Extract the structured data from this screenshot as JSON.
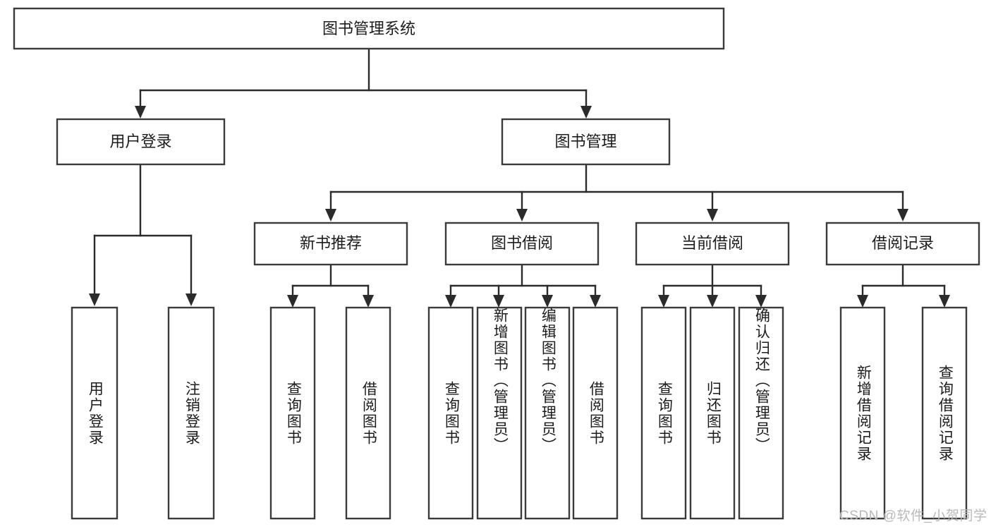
{
  "diagram": {
    "type": "tree-hierarchy-chart",
    "title_node": {
      "id": "root",
      "label": "图书管理系统"
    },
    "level2": [
      {
        "id": "user-login",
        "label": "用户登录"
      },
      {
        "id": "book-management",
        "label": "图书管理"
      }
    ],
    "level3": [
      {
        "id": "new-book-recommend",
        "label": "新书推荐",
        "parent": "book-management"
      },
      {
        "id": "book-borrow",
        "label": "图书借阅",
        "parent": "book-management"
      },
      {
        "id": "current-borrow",
        "label": "当前借阅",
        "parent": "book-management"
      },
      {
        "id": "borrow-record",
        "label": "借阅记录",
        "parent": "book-management"
      }
    ],
    "leaves": [
      {
        "id": "leaf-user-login",
        "label": "用户登录",
        "parent": "user-login"
      },
      {
        "id": "leaf-logout-login",
        "label": "注销登录",
        "parent": "user-login"
      },
      {
        "id": "leaf-query-book-1",
        "label": "查询图书",
        "parent": "new-book-recommend"
      },
      {
        "id": "leaf-borrow-book-1",
        "label": "借阅图书",
        "parent": "new-book-recommend"
      },
      {
        "id": "leaf-query-book-2",
        "label": "查询图书",
        "parent": "book-borrow"
      },
      {
        "id": "leaf-add-book",
        "label": "新增图书（管理员）",
        "parent": "book-borrow"
      },
      {
        "id": "leaf-edit-book",
        "label": "编辑图书（管理员）",
        "parent": "book-borrow"
      },
      {
        "id": "leaf-borrow-book-2",
        "label": "借阅图书",
        "parent": "book-borrow"
      },
      {
        "id": "leaf-query-book-3",
        "label": "查询图书",
        "parent": "current-borrow"
      },
      {
        "id": "leaf-return-book",
        "label": "归还图书",
        "parent": "current-borrow"
      },
      {
        "id": "leaf-confirm-return",
        "label": "确认归还（管理员）",
        "parent": "current-borrow"
      },
      {
        "id": "leaf-add-record",
        "label": "新增借阅记录",
        "parent": "borrow-record"
      },
      {
        "id": "leaf-query-record",
        "label": "查询借阅记录",
        "parent": "borrow-record"
      }
    ]
  },
  "watermark": {
    "text": "CSDN @软件_小贺同学"
  },
  "colors": {
    "background": "#ffffff",
    "box_fill": "#ffffff",
    "box_stroke": "#3b3b3b",
    "connector": "#2b2b2b",
    "text": "#1c1c1c",
    "watermark": "#b9b9b9"
  }
}
